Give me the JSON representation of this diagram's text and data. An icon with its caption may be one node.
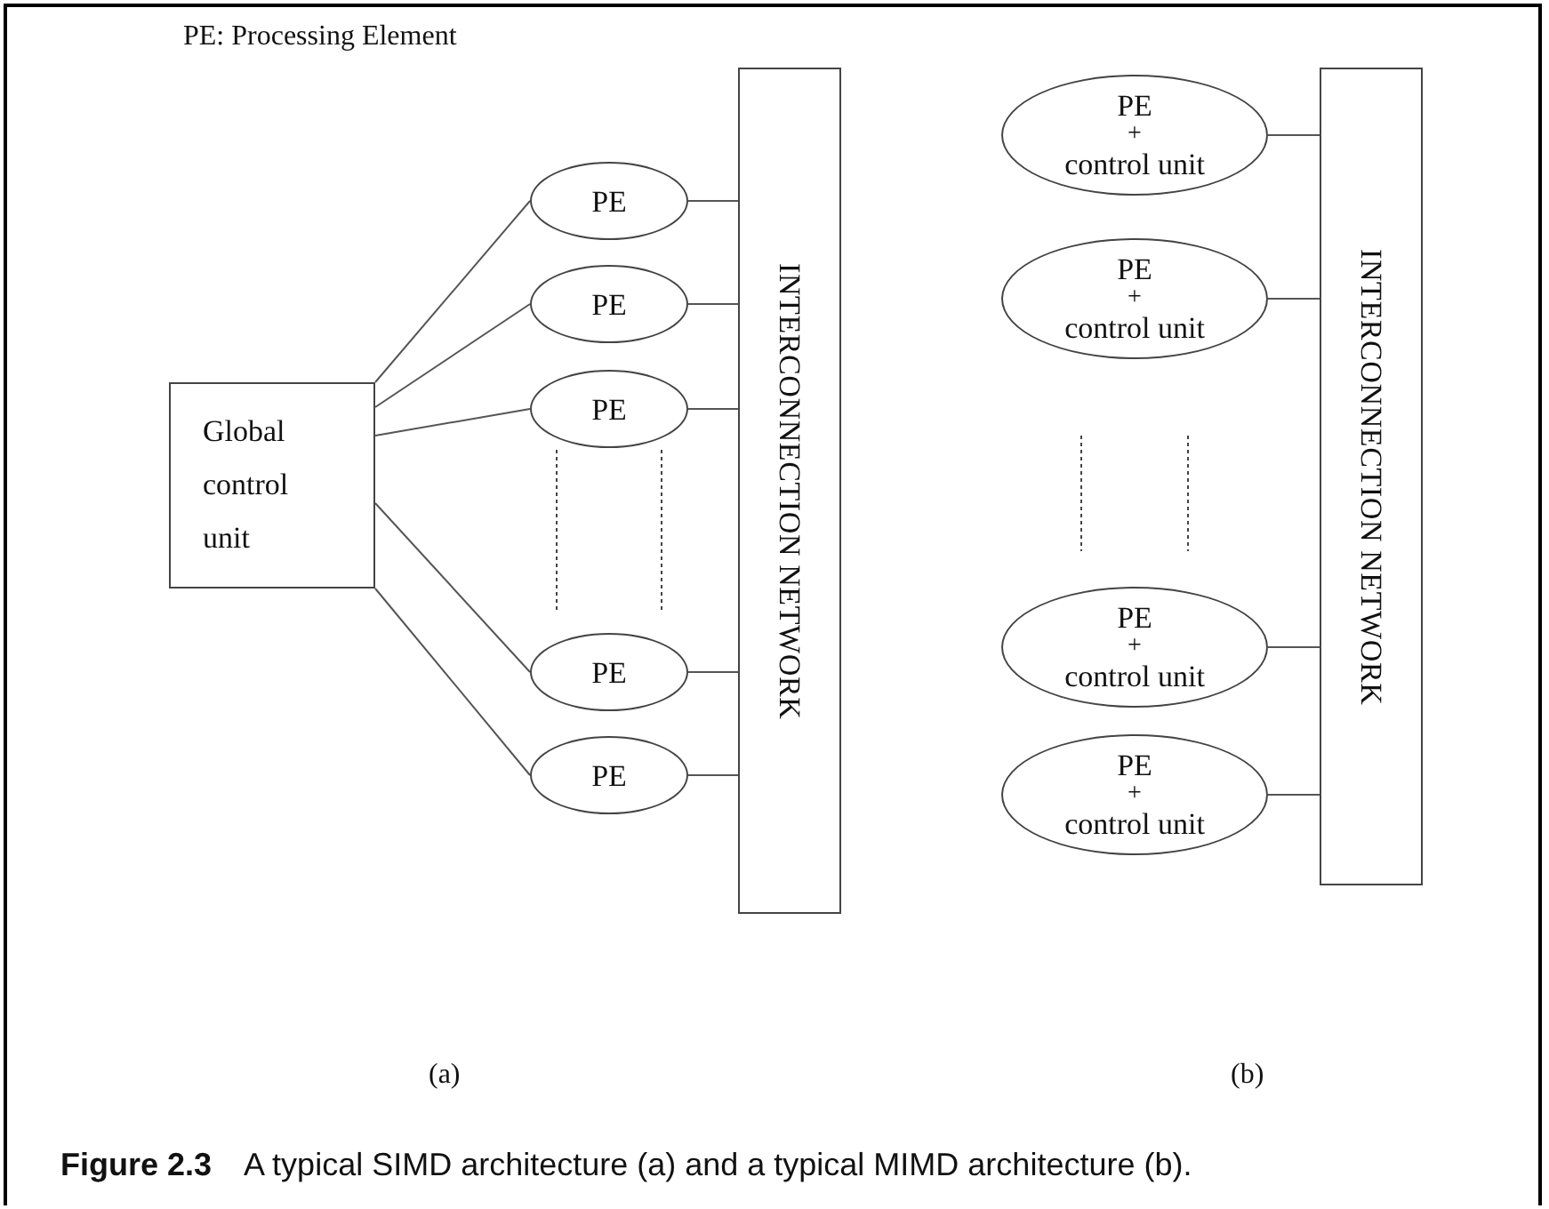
{
  "diagram": {
    "caption": "**Figure 2.3** A typical SIMD architecture (a) and a typical MIMD architecture (b).",
    "nodes": [
      {
        "text": [
          "Global control unit"
        ]
      },
      {
        "text": [
          "PE"
        ]
      },
      {
        "text": [
          "PE"
        ]
      },
      {
        "text": [
          "PE"
        ]
      },
      {
        "text": [
          "PE"
        ]
      },
      {
        "text": [
          "PE"
        ]
      },
      {
        "text": [
          "INTERCONNECTION NETWORK"
        ]
      },
      {
        "text": [
          "PE",
          "+",
          "control unit"
        ]
      },
      {
        "text": [
          "PE",
          "+",
          "control unit"
        ]
      },
      {
        "text": [
          "PE",
          "+",
          "control unit"
        ]
      },
      {
        "text": [
          "PE",
          "+",
          "control unit"
        ]
      },
      {
        "text": [
          "INTERCONNECTION NETWORK"
        ]
      }
    ],
    "edges": [
      {
        "from": 0,
        "to": 1,
        "arrow": "none"
      },
      {
        "from": 0,
        "to": 2,
        "arrow": "none"
      },
      {
        "from": 0,
        "to": 3,
        "arrow": "none"
      },
      {
        "from": 0,
        "to": 4,
        "arrow": "none"
      },
      {
        "from": 0,
        "to": 5,
        "arrow": "none"
      },
      {
        "from": 1,
        "to": 6,
        "arrow": "none"
      },
      {
        "from": 2,
        "to": 6,
        "arrow": "none"
      },
      {
        "from": 3,
        "to": 6,
        "arrow": "none"
      },
      {
        "from": 4,
        "to": 6,
        "arrow": "none"
      },
      {
        "from": 5,
        "to": 6,
        "arrow": "none"
      },
      {
        "from": 7,
        "to": 11,
        "arrow": "none"
      },
      {
        "from": 8,
        "to": 11,
        "arrow": "none"
      },
      {
        "from": 9,
        "to": 11,
        "arrow": "none"
      },
      {
        "from": 10,
        "to": 11,
        "arrow": "none"
      }
    ],
    "labels": [
      "PE: Processing Element",
      "(a)",
      "(b)"
    ]
  }
}
